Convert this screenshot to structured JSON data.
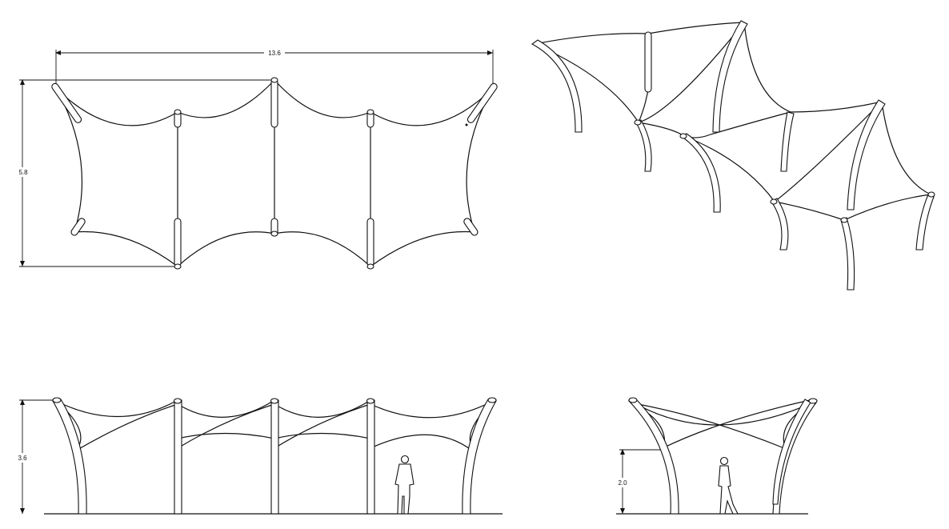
{
  "drawing": {
    "plan": {
      "width_dimension": "13.6",
      "depth_dimension": "5.8"
    },
    "front_elevation": {
      "height_dimension": "3.6"
    },
    "side_elevation": {
      "clearance_dimension": "2.0"
    }
  }
}
